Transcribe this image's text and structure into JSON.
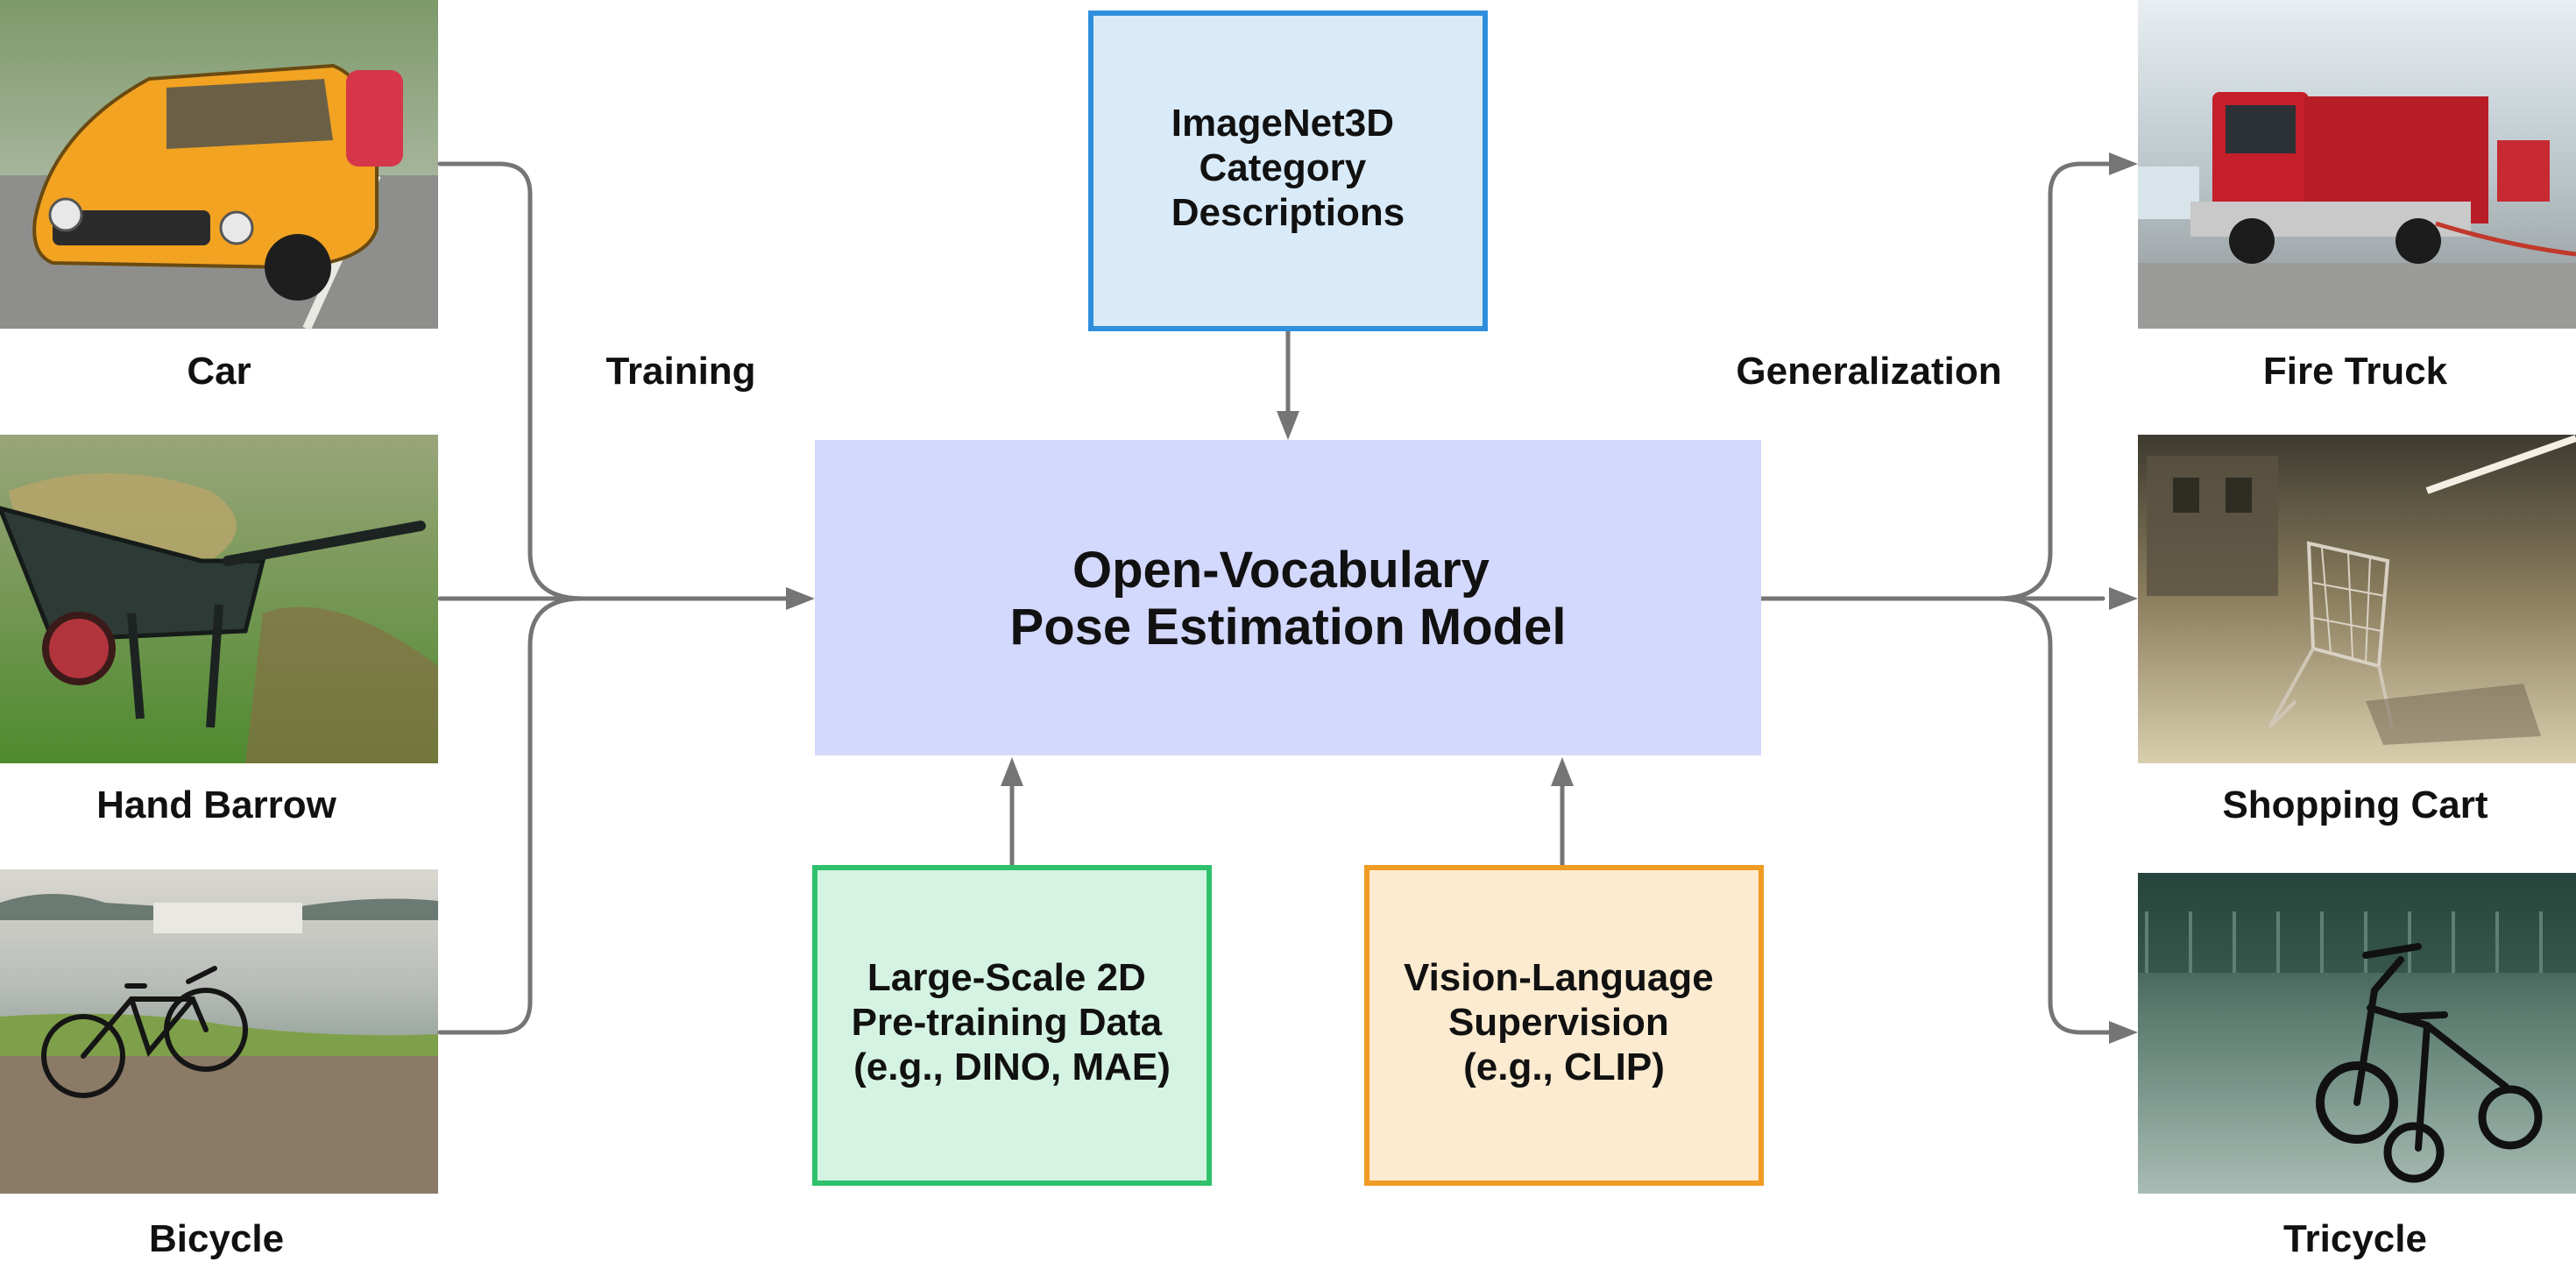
{
  "left_images": [
    {
      "label": "Car",
      "scene": "orange-car-photo"
    },
    {
      "label": "Hand Barrow",
      "scene": "wheelbarrow-photo"
    },
    {
      "label": "Bicycle",
      "scene": "bicycle-photo"
    }
  ],
  "right_images": [
    {
      "label": "Fire Truck",
      "scene": "fire-truck-photo"
    },
    {
      "label": "Shopping Cart",
      "scene": "shopping-cart-photo"
    },
    {
      "label": "Tricycle",
      "scene": "tricycle-photo"
    }
  ],
  "edge_labels": {
    "training": "Training",
    "generalization": "Generalization"
  },
  "boxes": {
    "imagenet": {
      "lines": [
        "ImageNet3D",
        "Category",
        "Descriptions"
      ],
      "fill": "#d9eaf8",
      "stroke": "#2f8fdc"
    },
    "model": {
      "lines": [
        "Open-Vocabulary",
        "Pose Estimation Model"
      ],
      "fill": "#d3d8fd"
    },
    "pretrain": {
      "lines": [
        "Large-Scale 2D",
        "Pre-training Data",
        "(e.g., DINO, MAE)"
      ],
      "fill": "#d5f3e3",
      "stroke": "#2fc06c"
    },
    "vl": {
      "lines": [
        "Vision-Language",
        "Supervision",
        "(e.g., CLIP)"
      ],
      "fill": "#fcebd0",
      "stroke": "#f09b23"
    }
  },
  "colors": {
    "edge": "#757575"
  }
}
